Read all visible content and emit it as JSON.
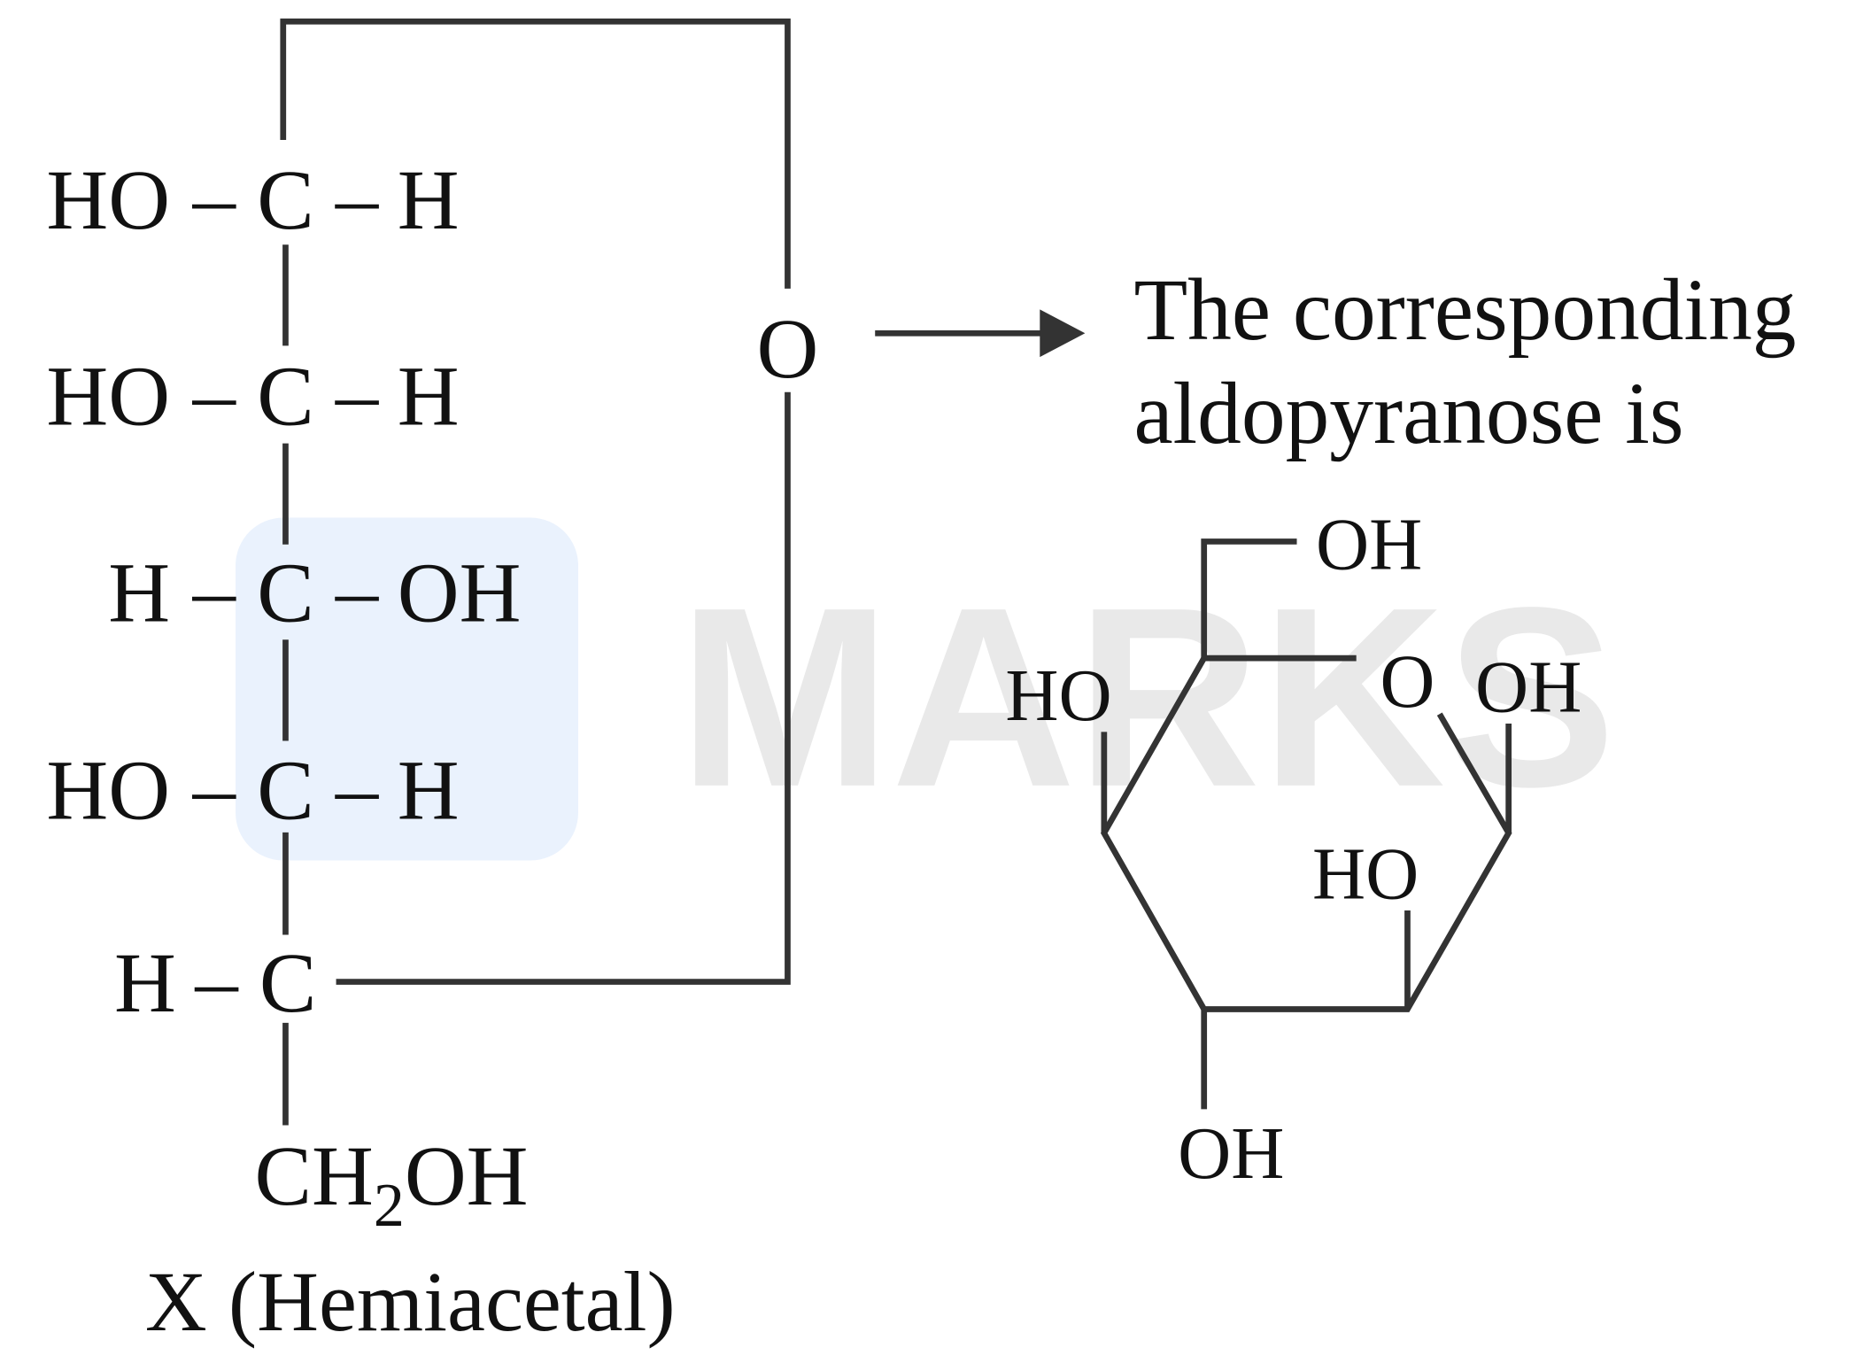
{
  "watermark": {
    "text": "MARKS",
    "logo_color": "#eaf2fd",
    "text_color": "#e9e9e9"
  },
  "fischer": {
    "rows": [
      {
        "left": "HO",
        "center": "C",
        "right": "H"
      },
      {
        "left": "HO",
        "center": "C",
        "right": "H"
      },
      {
        "left": "H",
        "center": "C",
        "right": "OH"
      },
      {
        "left": "HO",
        "center": "C",
        "right": "H"
      },
      {
        "left": "H",
        "center": "C",
        "right": ""
      }
    ],
    "dash": "–",
    "ring_oxygen": "O",
    "bottom_group": {
      "main": "CH",
      "sub": "2",
      "tail": "OH"
    },
    "caption": "X (Hemiacetal)"
  },
  "arrow_text": {
    "line1": "The corresponding",
    "line2": "aldopyranose is"
  },
  "pyranose": {
    "ring_oxygen": "O",
    "c6_oh": "OH",
    "c4_ho": "HO",
    "c1_oh": "OH",
    "c2_ho": "HO",
    "c3_oh": "OH"
  },
  "colors": {
    "bond": "#333333",
    "text": "#111111"
  }
}
